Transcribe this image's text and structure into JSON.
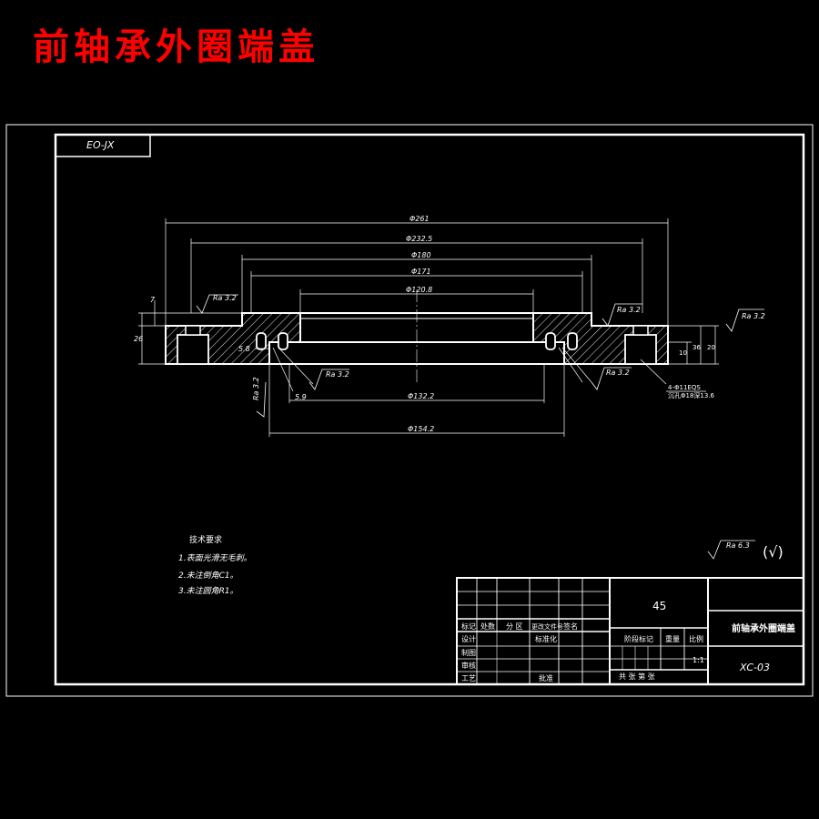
{
  "title": "前轴承外圈端盖",
  "drawing_code_box": "EO-JX",
  "dimensions": {
    "d261": "Φ261",
    "d232_5": "Φ232.5",
    "d180": "Φ180",
    "d171": "Φ171",
    "d120_8": "Φ120.8",
    "d132_2": "Φ132.2",
    "d154_2": "Φ154.2",
    "v7": "7",
    "v26": "26",
    "v10": "10",
    "v36": "36",
    "v20": "20",
    "v5_8": "5.8",
    "v5_9": "5.9",
    "holes_line1": "4-Φ11EQS",
    "holes_line2": "沉孔Φ18深13.6"
  },
  "roughness": {
    "ra_a": "Ra 3.2",
    "ra_b": "Ra 3.2",
    "ra_c": "Ra 3.2",
    "ra_d": "Ra 3.2",
    "ra_e": "Ra 3.2",
    "ra_f": "Ra 3.2",
    "general": "Ra 6.3",
    "general_mark": "(√)"
  },
  "tech_requirements": {
    "heading": "技术要求",
    "items": [
      "1.表面光滑无毛刺。",
      "2.未注倒角C1。",
      "3.未注圆角R1。"
    ]
  },
  "title_block": {
    "material": "45",
    "part_name": "前轴承外圈端盖",
    "drawing_no": "XC-03",
    "scale": "1:1",
    "col_labels": [
      "标记",
      "处数",
      "分 区",
      "更改文件号",
      "签名"
    ],
    "design": "设计",
    "standard": "标准化",
    "drafting": "制图",
    "review": "审核",
    "process": "工艺",
    "approve": "批准",
    "stage_mark": "阶段标记",
    "weight": "重量",
    "scale_label": "比例",
    "sheets": "共  张 第  张"
  }
}
